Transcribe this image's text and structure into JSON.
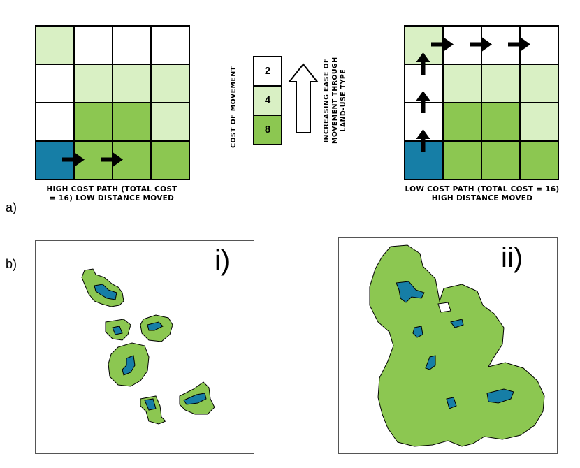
{
  "labels": {
    "panel_a": "a)",
    "panel_b": "b)"
  },
  "colors": {
    "white": "#ffffff",
    "light_green": "#d9f0c4",
    "green": "#8cc751",
    "blue": "#167ea6",
    "map_green": "#8cc751",
    "map_blue": "#167ea6"
  },
  "left_grid": {
    "caption": "HIGH COST PATH (TOTAL COST = 16) LOW DISTANCE MOVED",
    "caption_line1": "HIGH COST PATH (TOTAL COST",
    "caption_line2": "= 16) LOW DISTANCE MOVED",
    "cells": [
      [
        "light_green",
        "white",
        "white",
        "white"
      ],
      [
        "white",
        "light_green",
        "light_green",
        "light_green"
      ],
      [
        "white",
        "green",
        "green",
        "light_green"
      ],
      [
        "blue",
        "green",
        "green",
        "green"
      ]
    ],
    "arrows": [
      {
        "row": 3,
        "col": 0.5,
        "direction": "right"
      },
      {
        "row": 3,
        "col": 1.5,
        "direction": "right"
      }
    ]
  },
  "right_grid": {
    "caption_line1": "LOW COST PATH (TOTAL COST = 16)",
    "caption_line2": "HIGH DISTANCE MOVED",
    "cells": [
      [
        "light_green",
        "white",
        "white",
        "white"
      ],
      [
        "white",
        "light_green",
        "light_green",
        "light_green"
      ],
      [
        "white",
        "green",
        "green",
        "light_green"
      ],
      [
        "blue",
        "green",
        "green",
        "green"
      ]
    ],
    "arrows": [
      {
        "row": 0,
        "col": 0.5,
        "direction": "right"
      },
      {
        "row": 0,
        "col": 1.5,
        "direction": "right"
      },
      {
        "row": 0,
        "col": 2.5,
        "direction": "right"
      },
      {
        "row": 0.5,
        "col": 0,
        "direction": "up"
      },
      {
        "row": 1.5,
        "col": 0,
        "direction": "up"
      },
      {
        "row": 2.5,
        "col": 0,
        "direction": "up"
      }
    ]
  },
  "legend": {
    "title": "COST OF MOVEMENT",
    "items": [
      {
        "value": "2",
        "color": "white"
      },
      {
        "value": "4",
        "color": "light_green"
      },
      {
        "value": "8",
        "color": "green"
      }
    ],
    "arrow_label_line1": "INCREASING EASE OF",
    "arrow_label_line2": "MOVEMENT THROUGH",
    "arrow_label_line3": "LAND-USE TYPE"
  },
  "maps": [
    {
      "label": "i)"
    },
    {
      "label": "ii)"
    }
  ]
}
